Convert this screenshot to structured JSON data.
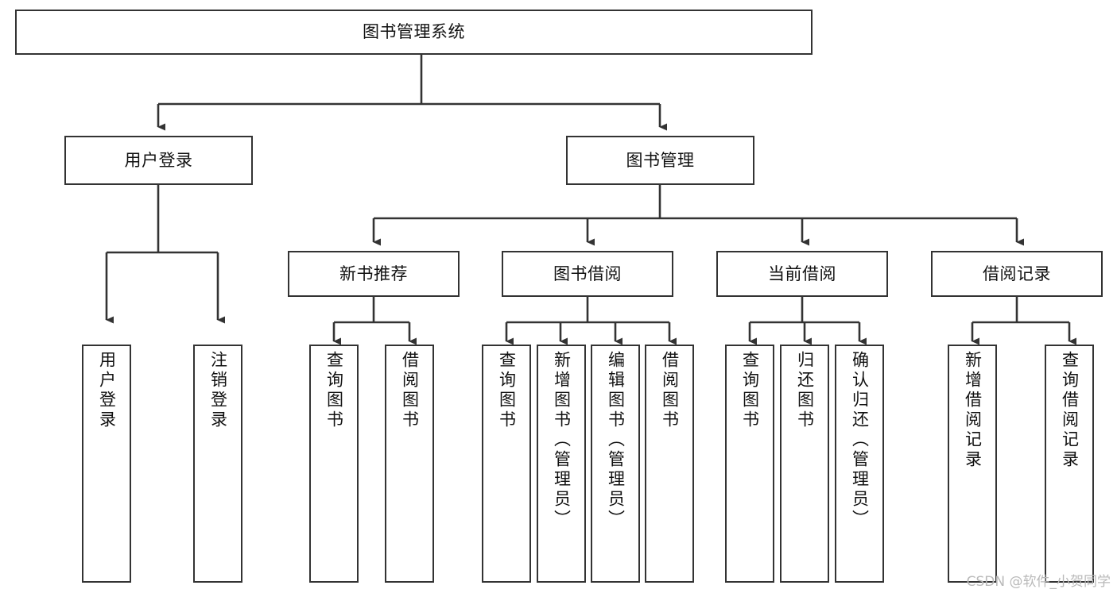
{
  "diagram": {
    "title": "图书管理系统",
    "type": "tree-hierarchy-diagram",
    "watermark": "CSDN @软件_小贺同学",
    "colors": {
      "stroke": "#333333",
      "node_fill": "#ffffff",
      "text": "#111111",
      "background": "#ffffff",
      "watermark": "#b9b9b9"
    },
    "nodes": {
      "root": {
        "label": "图书管理系统"
      },
      "level1": [
        {
          "id": "user-login",
          "label": "用户登录"
        },
        {
          "id": "book-manage",
          "label": "图书管理"
        }
      ],
      "level2": [
        {
          "id": "new-book-recommend",
          "label": "新书推荐"
        },
        {
          "id": "book-borrow",
          "label": "图书借阅"
        },
        {
          "id": "current-borrow",
          "label": "当前借阅"
        },
        {
          "id": "borrow-record",
          "label": "借阅记录"
        }
      ],
      "leaves": {
        "user-login": [
          {
            "id": "leaf-user-login",
            "label": "用户登录"
          },
          {
            "id": "leaf-logout-login",
            "label": "注销登录"
          }
        ],
        "new-book-recommend": [
          {
            "id": "leaf-query-book-1",
            "label": "查询图书"
          },
          {
            "id": "leaf-borrow-book-1",
            "label": "借阅图书"
          }
        ],
        "book-borrow": [
          {
            "id": "leaf-query-book-2",
            "label": "查询图书"
          },
          {
            "id": "leaf-add-book",
            "label": "新增图书（管理员）"
          },
          {
            "id": "leaf-edit-book",
            "label": "编辑图书（管理员）"
          },
          {
            "id": "leaf-borrow-book-2",
            "label": "借阅图书"
          }
        ],
        "current-borrow": [
          {
            "id": "leaf-query-book-3",
            "label": "查询图书"
          },
          {
            "id": "leaf-return-book",
            "label": "归还图书"
          },
          {
            "id": "leaf-confirm-return",
            "label": "确认归还（管理员）"
          }
        ],
        "borrow-record": [
          {
            "id": "leaf-add-borrow-record",
            "label": "新增借阅记录"
          },
          {
            "id": "leaf-query-borrow-record",
            "label": "查询借阅记录"
          }
        ]
      }
    }
  }
}
